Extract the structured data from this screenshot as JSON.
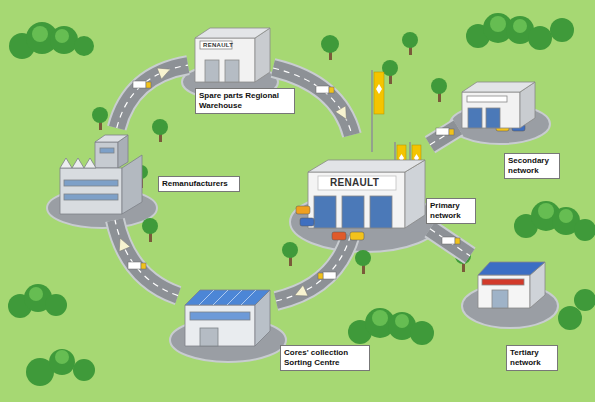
{
  "diagram": {
    "nodes": [
      {
        "text": [
          "Spare parts Regional Warehouse"
        ]
      },
      {
        "text": [
          "Secondary network"
        ]
      },
      {
        "text": [
          "Remanufacturers"
        ]
      },
      {
        "text": [
          "Primary network"
        ]
      },
      {
        "text": [
          "Tertiary network"
        ]
      },
      {
        "text": [
          "Cores' collection Sorting Centre"
        ]
      }
    ],
    "edges": [
      {
        "from": 0,
        "to": 3,
        "arrow": "to"
      },
      {
        "from": 3,
        "to": 5,
        "arrow": "to"
      },
      {
        "from": 5,
        "to": 2,
        "arrow": "to"
      },
      {
        "from": 2,
        "to": 0,
        "arrow": "to"
      },
      {
        "from": 3,
        "to": 1,
        "arrow": "none"
      },
      {
        "from": 3,
        "to": 4,
        "arrow": "none"
      }
    ],
    "labels": [
      "RENAULT",
      "RENAULT"
    ]
  }
}
